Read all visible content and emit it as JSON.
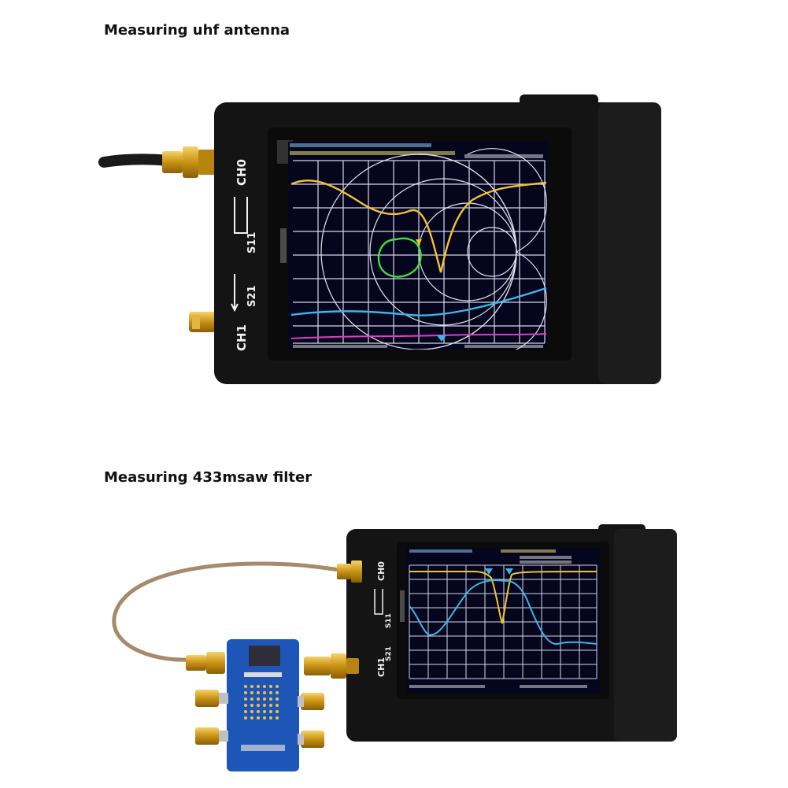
{
  "captions": {
    "top": "Measuring uhf antenna",
    "bottom": "Measuring 433msaw filter"
  },
  "device": {
    "port_labels": {
      "ch0": "CH0",
      "ch1": "CH1",
      "s11": "S11",
      "s21": "S21"
    }
  },
  "colors": {
    "case": "#141414",
    "screen_bg": "#05051e",
    "grid": "#d8d8e8",
    "trace_yellow": "#f4c430",
    "trace_cyan": "#38b8e8",
    "trace_green": "#40e040",
    "trace_magenta": "#e040c0",
    "connector_gold": "#d4a017",
    "pcb_blue": "#1e56b8"
  },
  "icons": {
    "connector": "sma-connector-icon",
    "marker": "triangle-marker-icon"
  }
}
